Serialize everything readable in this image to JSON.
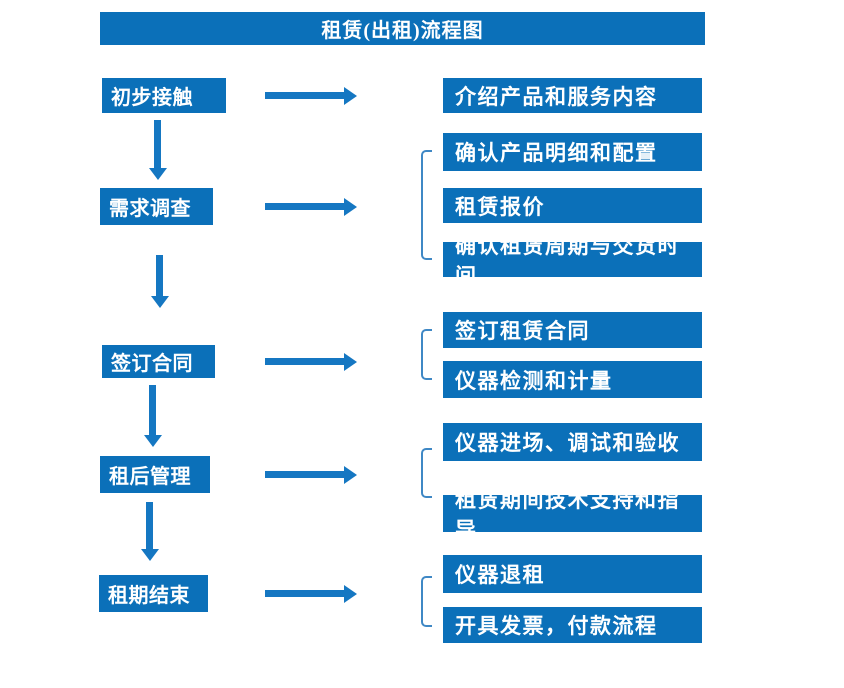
{
  "title": "租赁(出租)流程图",
  "colors": {
    "box_blue": "#0b70b9",
    "arrow_blue": "#1577c2",
    "bracket_blue": "#3f88c5",
    "text_white": "#ffffff"
  },
  "steps": [
    {
      "label": "初步接触",
      "outputs": [
        "介绍产品和服务内容"
      ]
    },
    {
      "label": "需求调查",
      "outputs": [
        "确认产品明细和配置",
        "租赁报价",
        "确认租赁周期与交货时间"
      ]
    },
    {
      "label": "签订合同",
      "outputs": [
        "签订租赁合同",
        "仪器检测和计量"
      ]
    },
    {
      "label": "租后管理",
      "outputs": [
        "仪器进场、调试和验收",
        "租赁期间技术支持和指导"
      ]
    },
    {
      "label": "租期结束",
      "outputs": [
        "仪器退租",
        "开具发票，付款流程"
      ]
    }
  ]
}
